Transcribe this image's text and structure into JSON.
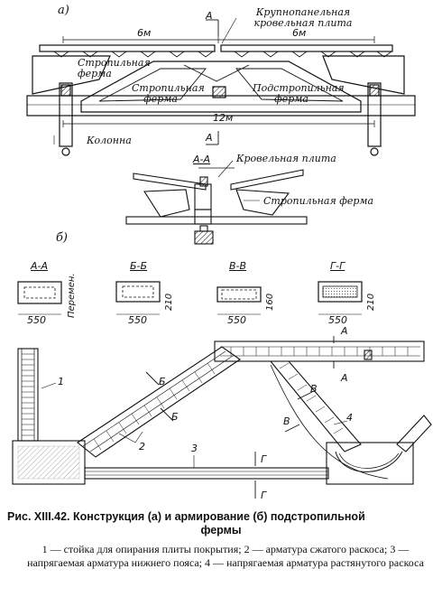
{
  "figure": {
    "panel_a": "а)",
    "panel_b": "б)",
    "top_label_plate": "Крупнопанельная кровельная плита",
    "span_6m_left": "6м",
    "span_6m_right": "6м",
    "span_12m": "12м",
    "rafter_truss_left": "Стропильная ферма",
    "rafter_truss_center": "Стропильная ферма",
    "sub_rafter_truss": "Подстропильная ферма",
    "column": "Колонна",
    "section_mark_a": "А",
    "section_aa_title": "А-А",
    "section_roof_plate": "Кровельная плита",
    "section_rafter_truss": "Стропильная ферма",
    "sections": [
      {
        "title": "А-А",
        "width": "550",
        "height": "Перемен."
      },
      {
        "title": "Б-Б",
        "width": "550",
        "height": "210"
      },
      {
        "title": "В-В",
        "width": "550",
        "height": "160"
      },
      {
        "title": "Г-Г",
        "width": "550",
        "height": "210"
      }
    ],
    "marks": {
      "a": "А",
      "b": "Б",
      "v": "В",
      "g": "Г",
      "n1": "1",
      "n2": "2",
      "n3": "3",
      "n4": "4"
    }
  },
  "caption": {
    "title": "Рис. XIII.42. Конструкция (а) и армирование (б) подстропильной фермы",
    "title_line1": "Рис. XIII.42. Конструкция (а) и армирование (б) подстропильной",
    "title_line2": "фермы",
    "legend": "1 — стойка для опирания плиты покрытия; 2 — арматура сжатого раскоса; 3 — напрягаемая арматура нижнего пояса; 4 — напрягаемая арматура растянутого раскоса"
  }
}
